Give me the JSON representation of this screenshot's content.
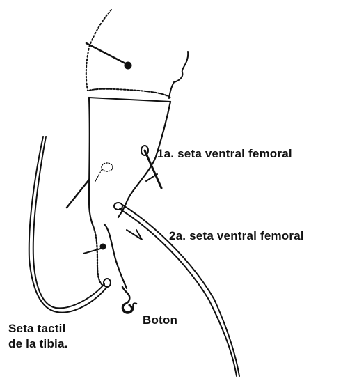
{
  "labels": {
    "first_ventral_seta": "1a. seta ventral femoral",
    "second_ventral_seta": "2a. seta ventral femoral",
    "button": "Boton",
    "tactile_seta_line1": "Seta tactil",
    "tactile_seta_line2": "de la tibia."
  },
  "colors": {
    "ink": "#111111",
    "background": "#ffffff"
  }
}
